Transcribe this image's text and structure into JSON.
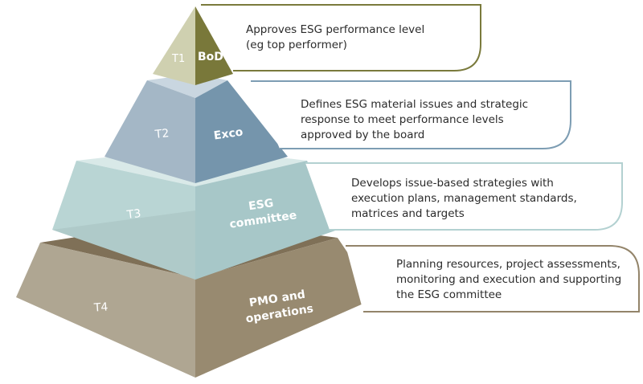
{
  "tiers": [
    {
      "code": "T1",
      "body": "BoD",
      "description": "Approves ESG performance level\n(eg top performer)",
      "colors": {
        "light": "#cfd0b0",
        "dark": "#79783a",
        "top": "#e3e3cd",
        "border": "#7a7a3c"
      }
    },
    {
      "code": "T2",
      "body": "Exco",
      "description": "Defines ESG material issues and strategic\nresponse to meet performance levels\napproved by the board",
      "colors": {
        "light": "#a4b7c6",
        "dark": "#7595ac",
        "top": "#c9d6e0",
        "border": "#7d9db3"
      }
    },
    {
      "code": "T3",
      "body": "ESG\ncommittee",
      "description": "Develops issue-based strategies with\nexecution plans, management standards,\nmatrices and targets",
      "colors": {
        "light": "#b9d5d4",
        "dark": "#a7c7c8",
        "top": "#d9e9e8",
        "border": "#b3d1d1"
      }
    },
    {
      "code": "T4",
      "body": "PMO and\noperations",
      "description": "Planning resources, project assessments,\nmonitoring and execution and supporting\nthe ESG committee",
      "colors": {
        "light": "#afa692",
        "dark": "#988a70",
        "top": "#7f7057",
        "border": "#93846a"
      }
    }
  ]
}
